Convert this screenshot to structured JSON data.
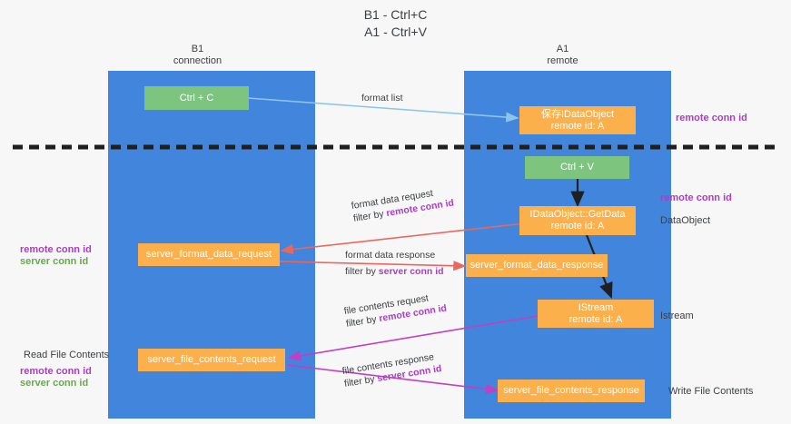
{
  "title": {
    "line1": "B1 - Ctrl+C",
    "line2": "A1 - Ctrl+V"
  },
  "columns": [
    {
      "name": "B1",
      "role": "connection"
    },
    {
      "name": "A1",
      "role": "remote"
    }
  ],
  "boxes": {
    "ctrl_c": "Ctrl + C",
    "ctrl_v": "Ctrl + V",
    "save_dataobject_l1": "保存IDataObject",
    "save_dataobject_l2": "remote id: A",
    "getdata_l1": "IDataObject::GetData",
    "getdata_l2": "remote id: A",
    "istream_l1": "IStream",
    "istream_l2": "remote id: A",
    "server_format_data_request": "server_format_data_request",
    "server_format_data_response": "server_format_data_response",
    "server_file_contents_request": "server_file_contents_request",
    "server_file_contents_response": "server_file_contents_response"
  },
  "flows": {
    "format_list": "format list",
    "format_data_request": "format data request",
    "format_data_request_filter_prefix": "filter by ",
    "format_data_request_filter_key": "remote conn id",
    "format_data_response": "format data response",
    "format_data_response_filter_prefix": "filter by ",
    "format_data_response_filter_key": "server conn id",
    "file_contents_request": "file contents request",
    "file_contents_request_filter_prefix": "filter by ",
    "file_contents_request_filter_key": "remote conn id",
    "file_contents_response": "file contents response",
    "file_contents_response_filter_prefix": "filter by ",
    "file_contents_response_filter_key": "server conn id"
  },
  "right_labels": {
    "remote_conn_id_top": "remote conn id",
    "remote_conn_id_mid": "remote conn id",
    "dataobject": "DataObject",
    "istream": "Istream",
    "write_file_contents": "Write File Contents"
  },
  "left_labels": {
    "remote_conn_id_mid": "remote conn id",
    "server_conn_id_mid": "server conn id",
    "read_file_contents": "Read File Contents",
    "remote_conn_id_bottom": "remote conn id",
    "server_conn_id_bottom": "server conn id"
  },
  "colors": {
    "lane": "#4285dd",
    "green_box": "#7dc57f",
    "orange_box": "#fbb04c",
    "purple_key": "#a93ec2",
    "green_key": "#6aa84f",
    "arrow_light_blue": "#8ec5ea",
    "arrow_red": "#e8685f",
    "arrow_magenta": "#c23ec2",
    "arrow_black": "#1f1f1f",
    "background": "#f7f7f7"
  }
}
